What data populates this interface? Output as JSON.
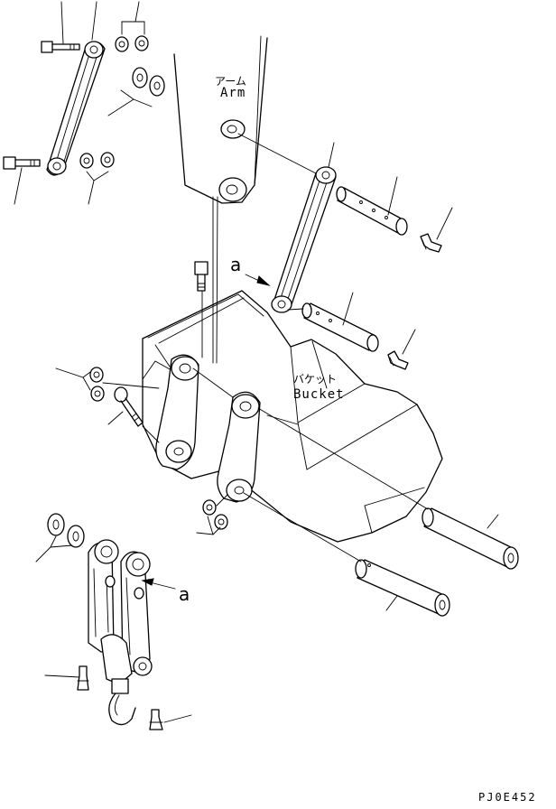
{
  "labels": {
    "arm_jp": "アーム",
    "arm_en": "Arm",
    "bucket_jp": "バケット",
    "bucket_en": "Bucket",
    "ref_a_top": "a",
    "ref_a_bottom": "a",
    "drawing_code": "PJ0E452"
  }
}
